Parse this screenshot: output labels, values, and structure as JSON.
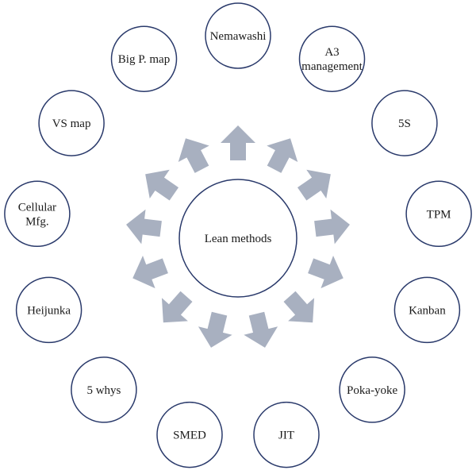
{
  "diagram": {
    "center": {
      "label": "Lean methods"
    },
    "methods": [
      {
        "lines": [
          "Nemawashi"
        ]
      },
      {
        "lines": [
          "A3",
          "management"
        ]
      },
      {
        "lines": [
          "5S"
        ]
      },
      {
        "lines": [
          "TPM"
        ]
      },
      {
        "lines": [
          "Kanban"
        ]
      },
      {
        "lines": [
          "Poka-yoke"
        ]
      },
      {
        "lines": [
          "JIT"
        ]
      },
      {
        "lines": [
          "SMED"
        ]
      },
      {
        "lines": [
          "5 whys"
        ]
      },
      {
        "lines": [
          "Heijunka"
        ]
      },
      {
        "lines": [
          "Cellular",
          "Mfg."
        ]
      },
      {
        "lines": [
          "VS map"
        ]
      },
      {
        "lines": [
          "Big P. map"
        ]
      }
    ],
    "colors": {
      "circle_stroke": "#2a3a6b",
      "arrow_fill": "#a8b0c0",
      "text": "#1a1a1a"
    }
  }
}
